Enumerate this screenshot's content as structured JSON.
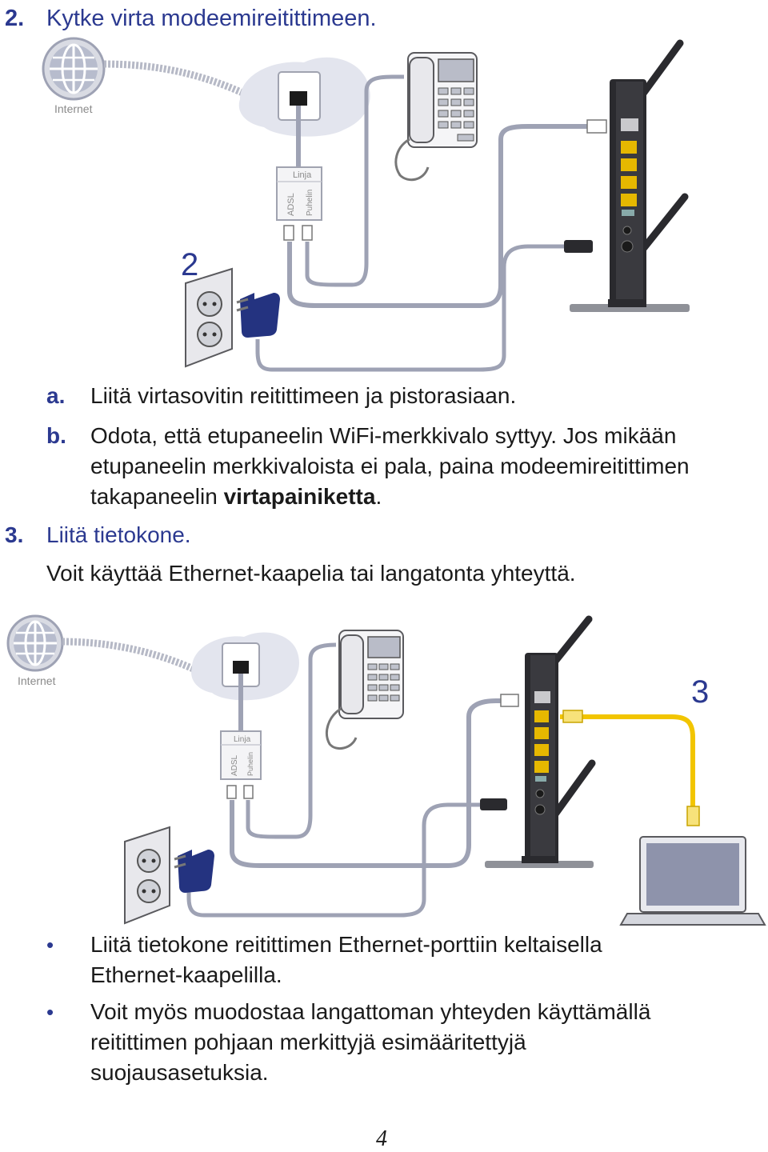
{
  "step2": {
    "number": "2.",
    "title": "Kytke virta modeemireitittimeen."
  },
  "figure1": {
    "internet_label": "Internet",
    "linja": "Linja",
    "adsl": "ADSL",
    "puhelin": "Puhelin",
    "callout": "2"
  },
  "sub_a": {
    "marker": "a.",
    "text": "Liitä virtasovitin reitittimeen ja pistorasiaan."
  },
  "sub_b": {
    "marker": "b.",
    "text_line1": "Odota, että etupaneelin WiFi-merkkivalo syttyy. Jos mikään",
    "text_line2": "etupaneelin merkkivaloista ei pala, paina modeemireitittimen",
    "text_line3_pre": "takapaneelin ",
    "text_line3_bold": "virtapainiketta",
    "text_line3_post": "."
  },
  "step3": {
    "number": "3.",
    "title": "Liitä tietokone.",
    "subtitle": "Voit käyttää Ethernet-kaapelia tai langatonta yhteyttä."
  },
  "figure2": {
    "internet_label": "Internet",
    "linja": "Linja",
    "adsl": "ADSL",
    "puhelin": "Puhelin",
    "callout": "3"
  },
  "bullets": [
    {
      "line1": "Liitä tietokone reitittimen Ethernet-porttiin keltaisella",
      "line2": "Ethernet-kaapelilla."
    },
    {
      "line1": "Voit myös muodostaa langattoman yhteyden käyttämällä",
      "line2": "reitittimen pohjaan merkittyjä esimääritettyjä",
      "line3": "suojausasetuksia."
    }
  ],
  "page_number": "4",
  "colors": {
    "heading_blue": "#2b3990",
    "ethernet_yellow": "#f2c500",
    "cable_gray": "#9ea2b4",
    "router_dark": "#2a2a2e"
  },
  "icons": [
    "globe-icon",
    "phone-jack-icon",
    "splitter-icon",
    "telephone-icon",
    "router-icon",
    "wall-socket-icon",
    "power-adapter-icon",
    "laptop-icon"
  ]
}
